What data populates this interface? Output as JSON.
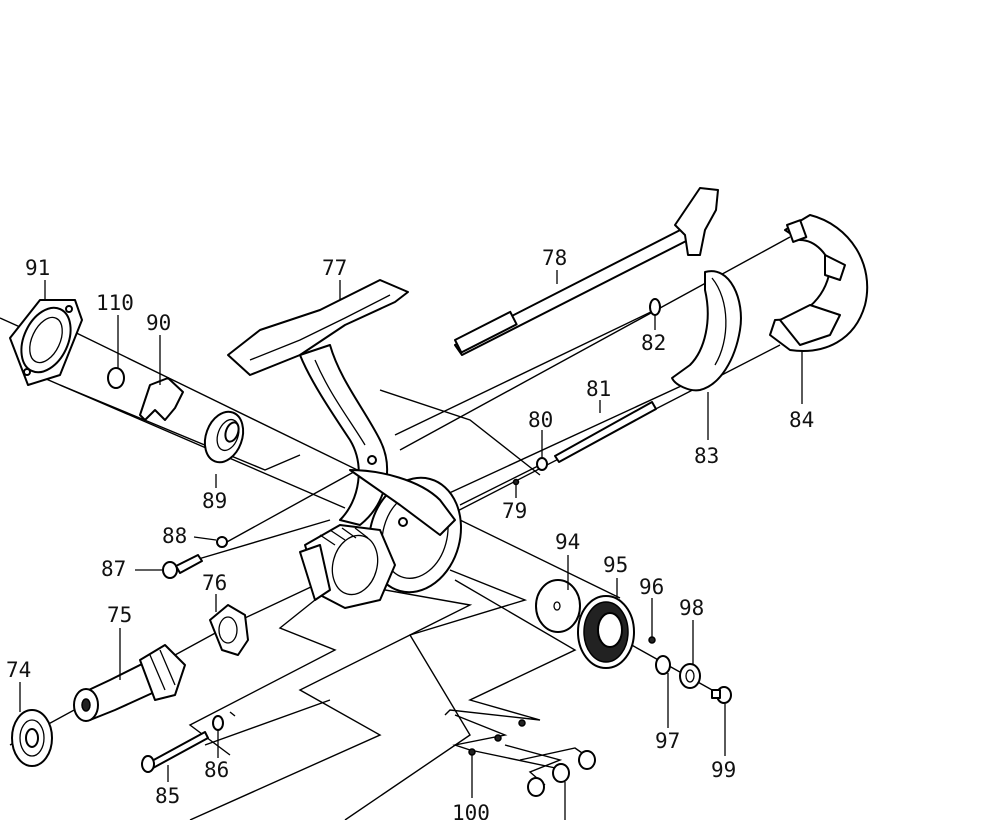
{
  "callouts": {
    "n74": "74",
    "n75": "75",
    "n76": "76",
    "n77": "77",
    "n78": "78",
    "n79": "79",
    "n80": "80",
    "n81": "81",
    "n82": "82",
    "n83": "83",
    "n84": "84",
    "n85": "85",
    "n86": "86",
    "n87": "87",
    "n88": "88",
    "n89": "89",
    "n90": "90",
    "n91": "91",
    "n94": "94",
    "n95": "95",
    "n96": "96",
    "n97": "97",
    "n98": "98",
    "n99": "99",
    "n100": "100",
    "n110": "110"
  },
  "colors": {
    "ink": "#000000",
    "background": "#ffffff"
  }
}
